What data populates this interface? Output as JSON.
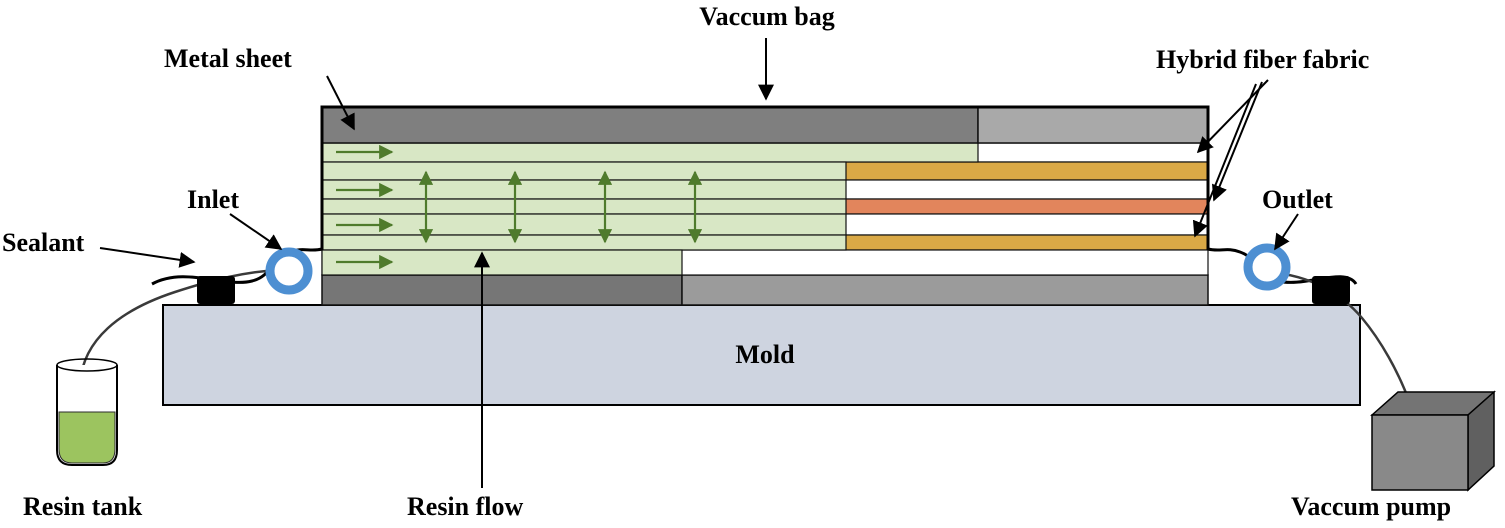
{
  "diagram": {
    "labels": {
      "vaccum_bag": "Vaccum bag",
      "metal_sheet": "Metal sheet",
      "hybrid_fiber_fabric": "Hybrid fiber fabric",
      "inlet": "Inlet",
      "outlet": "Outlet",
      "sealant": "Sealant",
      "resin_tank": "Resin tank",
      "resin_flow": "Resin flow",
      "mold": "Mold",
      "vaccum_pump": "Vaccum pump"
    },
    "colors": {
      "metal_sheet_dark": "#7f7f7f",
      "metal_sheet_light": "#a9a9a9",
      "bottom_sheet_dark": "#767676",
      "bottom_sheet_light": "#9b9b9b",
      "resin_green": "#d8e7c5",
      "flow_arrow_green": "#4f7b2c",
      "fabric_tan": "#daa946",
      "fabric_orange": "#e2855c",
      "fabric_white": "#ffffff",
      "mold_fill": "#ced4e0",
      "fitting_blue": "#4d8fd2",
      "sealant_black": "#000000",
      "resin_liquid": "#9cc45f",
      "pump_front": "#898989",
      "pump_top": "#747474",
      "pump_side": "#606060",
      "outline": "#000000"
    }
  }
}
